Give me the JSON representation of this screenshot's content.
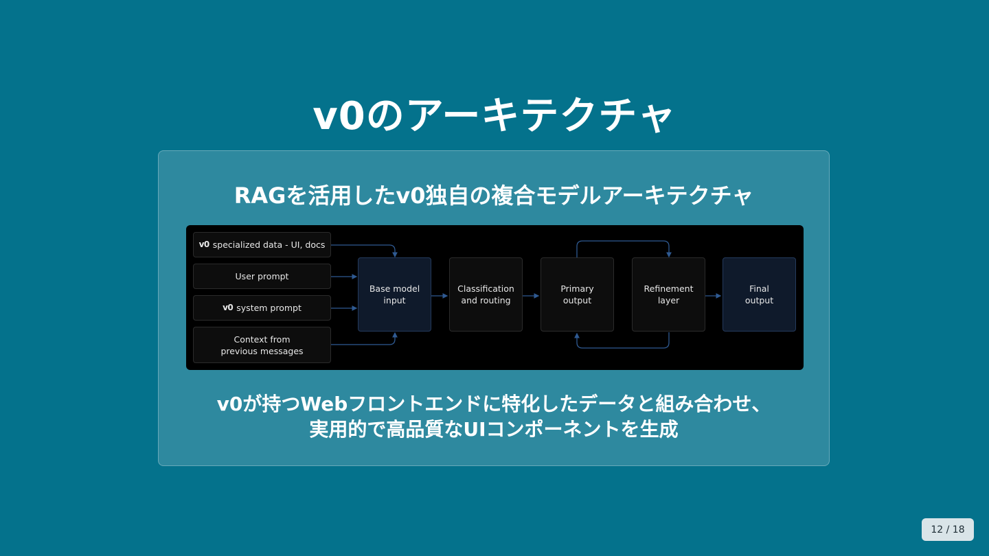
{
  "slide": {
    "title": "v0のアーキテクチャ",
    "heading": "RAGを活用したv0独自の複合モデルアーキテクチャ",
    "caption": "v0が持つWebフロントエンドに特化したデータと組み合わせ、\n実用的で高品質なUIコンポーネントを生成",
    "page_indicator": "12 / 18"
  },
  "diagram": {
    "logo_text": "v0",
    "inputs": [
      {
        "label": "specialized data - UI, docs",
        "logo": true
      },
      {
        "label": "User prompt",
        "logo": false
      },
      {
        "label": "system prompt",
        "logo": true
      },
      {
        "label": "Context from\nprevious messages",
        "logo": false
      }
    ],
    "stages": [
      {
        "label": "Base model\ninput"
      },
      {
        "label": "Classification\nand routing"
      },
      {
        "label": "Primary\noutput"
      },
      {
        "label": "Refinement\nlayer"
      },
      {
        "label": "Final\noutput"
      }
    ],
    "colors": {
      "arrow": "#2f5a92",
      "node_bg": "#0d0d0d",
      "node_highlight_bg": "#0f1a2b"
    }
  }
}
